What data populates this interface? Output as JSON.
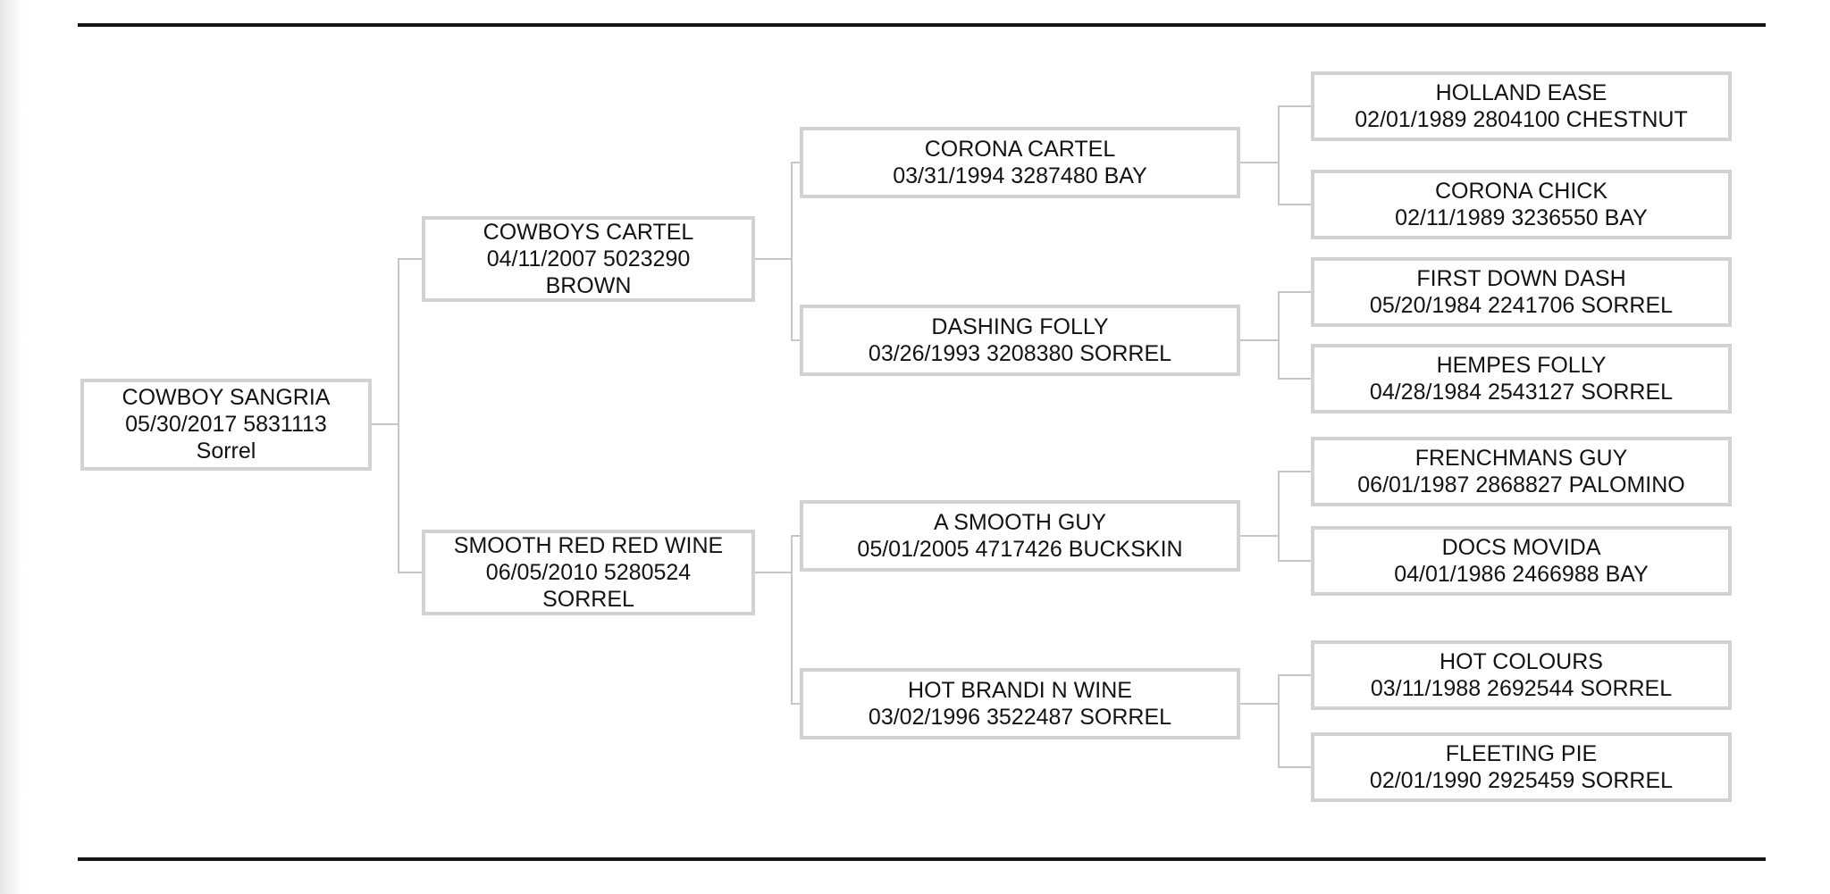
{
  "page": {
    "colors": {
      "background": "#ffffff",
      "rule": "#141414",
      "connector": "#c6c6c6",
      "box_border": "#d2d2d2",
      "text": "#131313"
    }
  },
  "pedigree": {
    "chart_type": "horse-pedigree-tree",
    "generations": 4,
    "nodes": [
      {
        "id": "cowboy-sangria",
        "generation": 1,
        "slot": 0,
        "name": "COWBOY SANGRIA",
        "date": "05/30/2017",
        "reg": "5831113",
        "color": "Sorrel",
        "detail_lines": [
          "05/30/2017 5831113",
          "Sorrel"
        ]
      },
      {
        "id": "cowboys-cartel",
        "generation": 2,
        "slot": 0,
        "name": "COWBOYS CARTEL",
        "date": "04/11/2007",
        "reg": "5023290",
        "color": "BROWN",
        "detail_lines": [
          "04/11/2007 5023290",
          "BROWN"
        ]
      },
      {
        "id": "smooth-red-red-wine",
        "generation": 2,
        "slot": 1,
        "name": "SMOOTH RED RED WINE",
        "date": "06/05/2010",
        "reg": "5280524",
        "color": "SORREL",
        "detail_lines": [
          "06/05/2010 5280524",
          "SORREL"
        ]
      },
      {
        "id": "corona-cartel",
        "generation": 3,
        "slot": 0,
        "name": "CORONA CARTEL",
        "date": "03/31/1994",
        "reg": "3287480",
        "color": "BAY",
        "detail_lines": [
          "03/31/1994 3287480 BAY"
        ]
      },
      {
        "id": "dashing-folly",
        "generation": 3,
        "slot": 1,
        "name": "DASHING FOLLY",
        "date": "03/26/1993",
        "reg": "3208380",
        "color": "SORREL",
        "detail_lines": [
          "03/26/1993 3208380 SORREL"
        ]
      },
      {
        "id": "a-smooth-guy",
        "generation": 3,
        "slot": 2,
        "name": "A SMOOTH GUY",
        "date": "05/01/2005",
        "reg": "4717426",
        "color": "BUCKSKIN",
        "detail_lines": [
          "05/01/2005 4717426 BUCKSKIN"
        ]
      },
      {
        "id": "hot-brandi-n-wine",
        "generation": 3,
        "slot": 3,
        "name": "HOT BRANDI N WINE",
        "date": "03/02/1996",
        "reg": "3522487",
        "color": "SORREL",
        "detail_lines": [
          "03/02/1996 3522487 SORREL"
        ]
      },
      {
        "id": "holland-ease",
        "generation": 4,
        "slot": 0,
        "name": "HOLLAND EASE",
        "date": "02/01/1989",
        "reg": "2804100",
        "color": "CHESTNUT",
        "detail_lines": [
          "02/01/1989 2804100 CHESTNUT"
        ]
      },
      {
        "id": "corona-chick",
        "generation": 4,
        "slot": 1,
        "name": "CORONA CHICK",
        "date": "02/11/1989",
        "reg": "3236550",
        "color": "BAY",
        "detail_lines": [
          "02/11/1989 3236550 BAY"
        ]
      },
      {
        "id": "first-down-dash",
        "generation": 4,
        "slot": 2,
        "name": "FIRST DOWN DASH",
        "date": "05/20/1984",
        "reg": "2241706",
        "color": "SORREL",
        "detail_lines": [
          "05/20/1984 2241706 SORREL"
        ]
      },
      {
        "id": "hempes-folly",
        "generation": 4,
        "slot": 3,
        "name": "HEMPES FOLLY",
        "date": "04/28/1984",
        "reg": "2543127",
        "color": "SORREL",
        "detail_lines": [
          "04/28/1984 2543127 SORREL"
        ]
      },
      {
        "id": "frenchmans-guy",
        "generation": 4,
        "slot": 4,
        "name": "FRENCHMANS GUY",
        "date": "06/01/1987",
        "reg": "2868827",
        "color": "PALOMINO",
        "detail_lines": [
          "06/01/1987 2868827 PALOMINO"
        ]
      },
      {
        "id": "docs-movida",
        "generation": 4,
        "slot": 5,
        "name": "DOCS MOVIDA",
        "date": "04/01/1986",
        "reg": "2466988",
        "color": "BAY",
        "detail_lines": [
          "04/01/1986 2466988 BAY"
        ]
      },
      {
        "id": "hot-colours",
        "generation": 4,
        "slot": 6,
        "name": "HOT COLOURS",
        "date": "03/11/1988",
        "reg": "2692544",
        "color": "SORREL",
        "detail_lines": [
          "03/11/1988 2692544 SORREL"
        ]
      },
      {
        "id": "fleeting-pie",
        "generation": 4,
        "slot": 7,
        "name": "FLEETING PIE",
        "date": "02/01/1990",
        "reg": "2925459",
        "color": "SORREL",
        "detail_lines": [
          "02/01/1990 2925459 SORREL"
        ]
      }
    ]
  }
}
